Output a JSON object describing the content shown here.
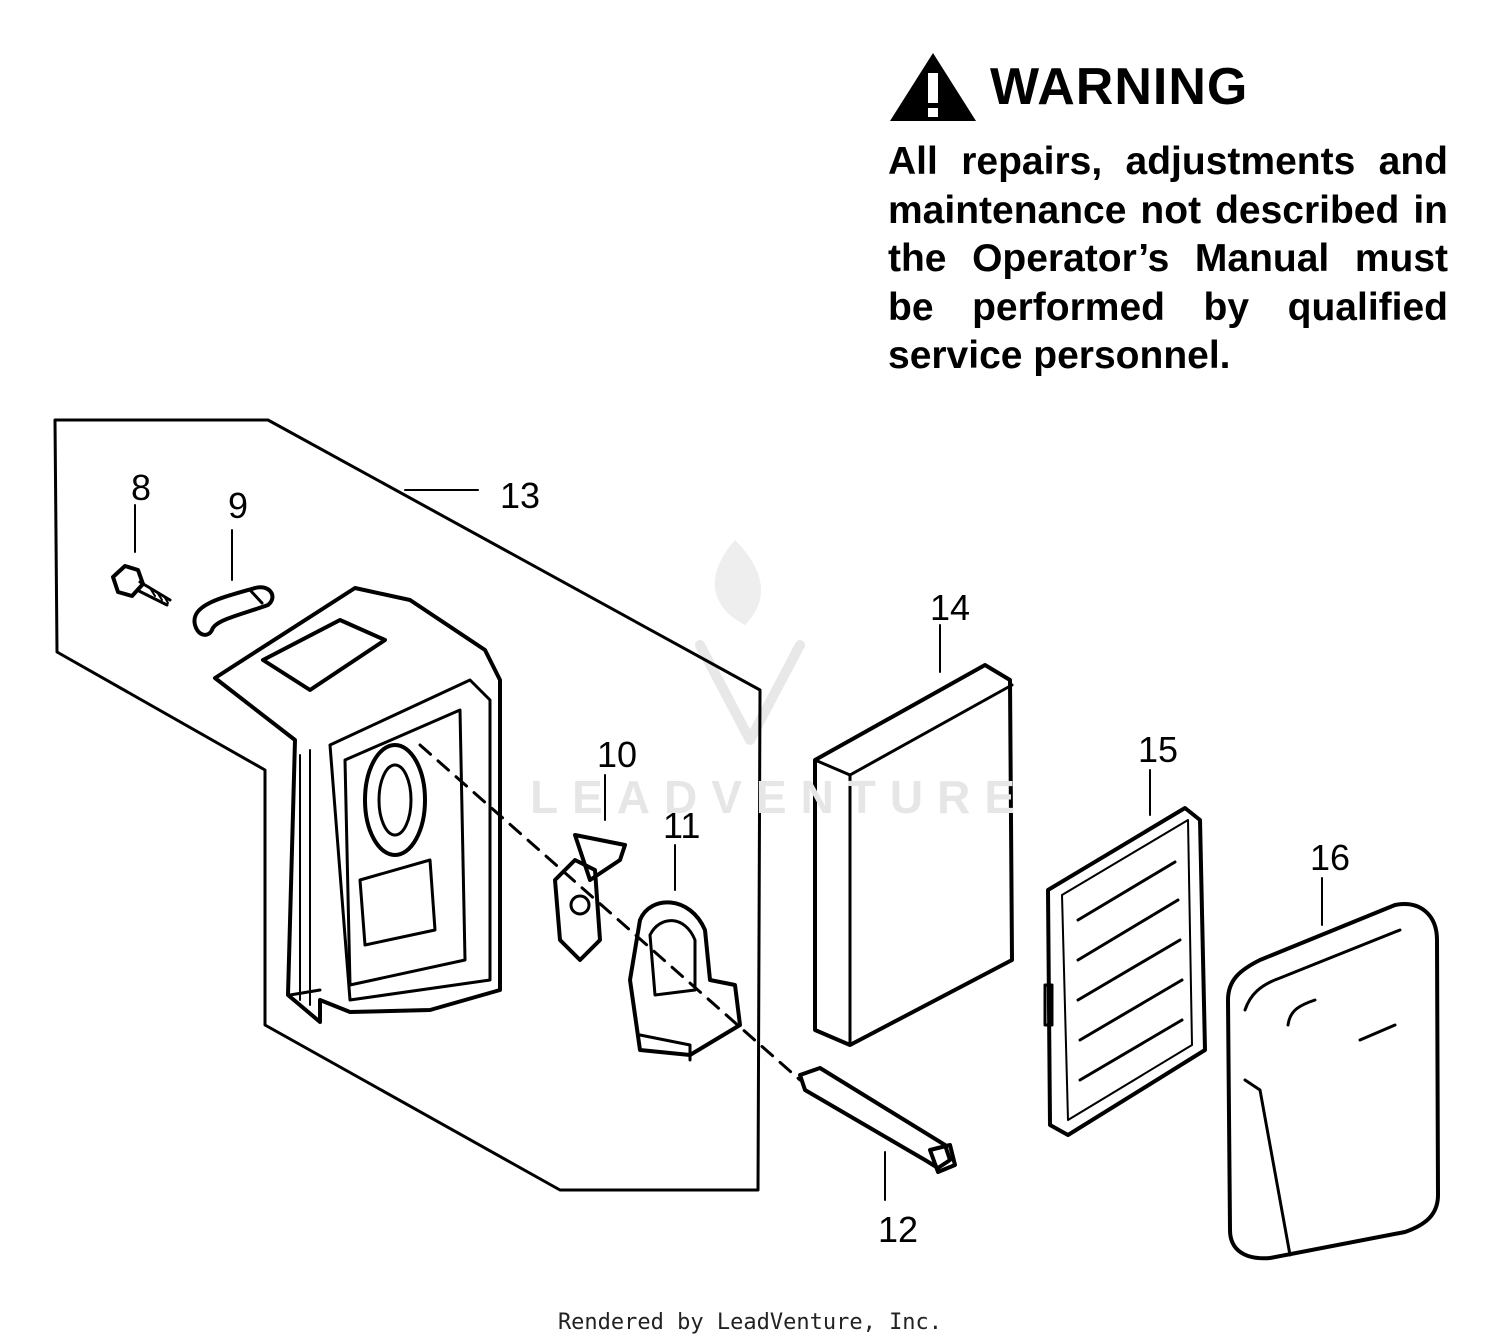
{
  "warning": {
    "title": "WARNING",
    "body": "All repairs, adjustments and maintenance not described in the Operator’s Manual must be performed by qualified service personnel."
  },
  "callouts": [
    {
      "id": "c8",
      "label": "8"
    },
    {
      "id": "c9",
      "label": "9"
    },
    {
      "id": "c13",
      "label": "13"
    },
    {
      "id": "c10",
      "label": "10"
    },
    {
      "id": "c11",
      "label": "11"
    },
    {
      "id": "c12",
      "label": "12"
    },
    {
      "id": "c14",
      "label": "14"
    },
    {
      "id": "c15",
      "label": "15"
    },
    {
      "id": "c16",
      "label": "16"
    }
  ],
  "watermark": "LEADVENTURE",
  "footer": "Rendered by LeadVenture, Inc.",
  "colors": {
    "ink": "#000000",
    "watermark": "#e6e6e6"
  }
}
